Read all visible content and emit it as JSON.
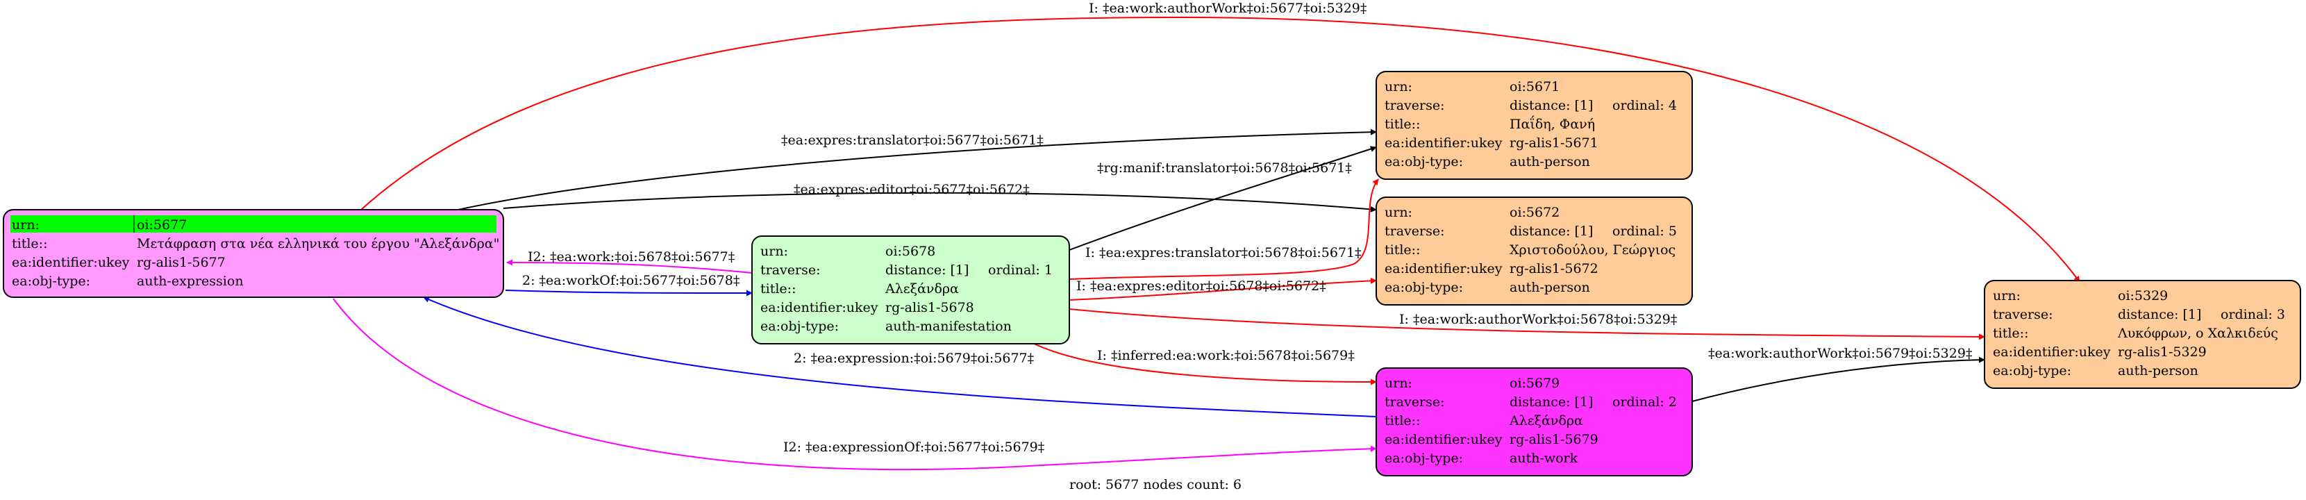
{
  "colors": {
    "expression": "#ff99ff",
    "manifestation": "#ccffcc",
    "person": "#ffcc99",
    "work": "#ff33ff",
    "root_highlight": "#00ff00",
    "edge_black": "#000000",
    "edge_red": "#ff0000",
    "edge_blue": "#0000ff",
    "edge_magenta": "#ff00ff"
  },
  "nodes": {
    "n5677": {
      "rows": [
        [
          "urn:",
          "oi:5677",
          ""
        ],
        [
          "title::",
          "Μετάφραση στα νέα ελληνικά του έργου \"Αλεξάνδρα\"",
          ""
        ],
        [
          "ea:identifier:ukey",
          "rg-alis1-5677",
          ""
        ],
        [
          "ea:obj-type:",
          "auth-expression",
          ""
        ]
      ]
    },
    "n5678": {
      "rows": [
        [
          "urn:",
          "oi:5678",
          ""
        ],
        [
          "traverse:",
          "distance: [1]",
          "ordinal: 1"
        ],
        [
          "title::",
          "Αλεξάνδρα",
          ""
        ],
        [
          "ea:identifier:ukey",
          "rg-alis1-5678",
          ""
        ],
        [
          "ea:obj-type:",
          "auth-manifestation",
          ""
        ]
      ]
    },
    "n5671": {
      "rows": [
        [
          "urn:",
          "oi:5671",
          ""
        ],
        [
          "traverse:",
          "distance: [1]",
          "ordinal: 4"
        ],
        [
          "title::",
          "Παΐδη, Φανή",
          ""
        ],
        [
          "ea:identifier:ukey",
          "rg-alis1-5671",
          ""
        ],
        [
          "ea:obj-type:",
          "auth-person",
          ""
        ]
      ]
    },
    "n5672": {
      "rows": [
        [
          "urn:",
          "oi:5672",
          ""
        ],
        [
          "traverse:",
          "distance: [1]",
          "ordinal: 5"
        ],
        [
          "title::",
          "Χριστοδούλου, Γεώργιος",
          ""
        ],
        [
          "ea:identifier:ukey",
          "rg-alis1-5672",
          ""
        ],
        [
          "ea:obj-type:",
          "auth-person",
          ""
        ]
      ]
    },
    "n5679": {
      "rows": [
        [
          "urn:",
          "oi:5679",
          ""
        ],
        [
          "traverse:",
          "distance: [1]",
          "ordinal: 2"
        ],
        [
          "title::",
          "Αλεξάνδρα",
          ""
        ],
        [
          "ea:identifier:ukey",
          "rg-alis1-5679",
          ""
        ],
        [
          "ea:obj-type:",
          "auth-work",
          ""
        ]
      ]
    },
    "n5329": {
      "rows": [
        [
          "urn:",
          "oi:5329",
          ""
        ],
        [
          "traverse:",
          "distance: [1]",
          "ordinal: 3"
        ],
        [
          "title::",
          "Λυκόφρων, ο Χαλκιδεύς",
          ""
        ],
        [
          "ea:identifier:ukey",
          "rg-alis1-5329",
          ""
        ],
        [
          "ea:obj-type:",
          "auth-person",
          ""
        ]
      ]
    }
  },
  "edges": {
    "e1": "I: ‡ea:work:authorWork‡oi:5677‡oi:5329‡",
    "e2": "‡ea:expres:translator‡oi:5677‡oi:5671‡",
    "e3": "‡ea:expres:editor‡oi:5677‡oi:5672‡",
    "e4": "‡rg:manif:translator‡oi:5678‡oi:5671‡",
    "e5": "I2: ‡ea:work:‡oi:5678‡oi:5677‡",
    "e6": "2: ‡ea:workOf:‡oi:5677‡oi:5678‡",
    "e7": "I: ‡ea:expres:translator‡oi:5678‡oi:5671‡",
    "e8": "I: ‡ea:expres:editor‡oi:5678‡oi:5672‡",
    "e9": "I: ‡ea:work:authorWork‡oi:5678‡oi:5329‡",
    "e10": "I: ‡inferred:ea:work:‡oi:5678‡oi:5679‡",
    "e11": "2: ‡ea:expression:‡oi:5679‡oi:5677‡",
    "e12": "‡ea:work:authorWork‡oi:5679‡oi:5329‡",
    "e13": "I2: ‡ea:expressionOf:‡oi:5677‡oi:5679‡"
  },
  "footer": "root: 5677 nodes count: 6"
}
